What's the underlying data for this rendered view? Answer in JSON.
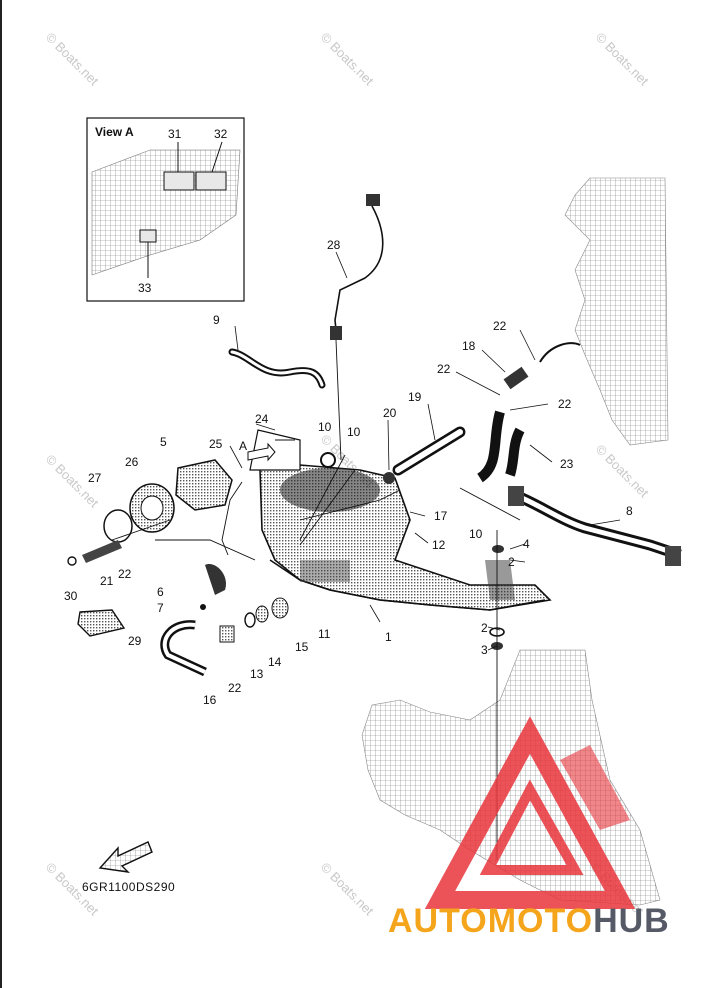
{
  "watermark": {
    "text": "© Boats.net"
  },
  "view_a": {
    "title": "View A",
    "labels": [
      "31",
      "32",
      "33"
    ]
  },
  "callouts": [
    "1",
    "2",
    "2",
    "3",
    "4",
    "5",
    "6",
    "7",
    "8",
    "9",
    "10",
    "10",
    "10",
    "11",
    "12",
    "13",
    "14",
    "15",
    "16",
    "17",
    "18",
    "19",
    "20",
    "21",
    "22",
    "22",
    "22",
    "22",
    "22",
    "23",
    "24",
    "25",
    "26",
    "27",
    "28",
    "29",
    "30"
  ],
  "view_marker": "A",
  "diagram_code": "6GR1100DS290",
  "brand": {
    "part1": "AUTOMOTO",
    "part2": "HUB",
    "color_primary": "#f4a51c",
    "color_secondary": "#555a66",
    "logo_color": "#e8363c"
  }
}
